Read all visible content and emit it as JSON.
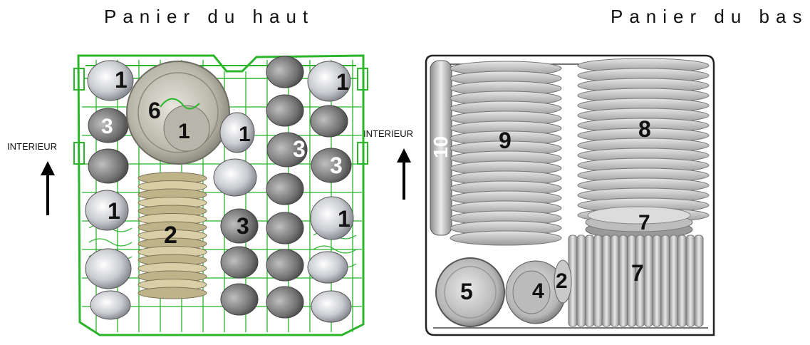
{
  "titles": {
    "upper": "Panier du haut",
    "lower": "Panier du bas"
  },
  "side_labels": {
    "upper": "INTERIEUR",
    "lower": "INTERIEUR"
  },
  "upper_basket": {
    "labels": {
      "cup_tl": "1",
      "bowl_big": "6",
      "cup_in_bowl": "1",
      "cup_mid": "1",
      "glass_left": "3",
      "cup_left_mid": "1",
      "saucers": "2",
      "glass_mid": "3",
      "cup_tr": "1",
      "glass_right_a": "3",
      "glass_right_b": "3",
      "cup_right_mid": "1"
    }
  },
  "lower_basket": {
    "labels": {
      "side_plate": "10",
      "plates_left": "9",
      "plates_right": "8",
      "small_plates_top": "7",
      "small_plates_bottom": "7",
      "bowl_large": "5",
      "bowl_small": "4",
      "saucer": "2"
    }
  },
  "colors": {
    "rack_upper": "#2bb52b",
    "rack_lower": "#222222",
    "dish": "#c8c8c8",
    "glass": "#7a7a7a",
    "saucer": "#c9bd8f"
  }
}
